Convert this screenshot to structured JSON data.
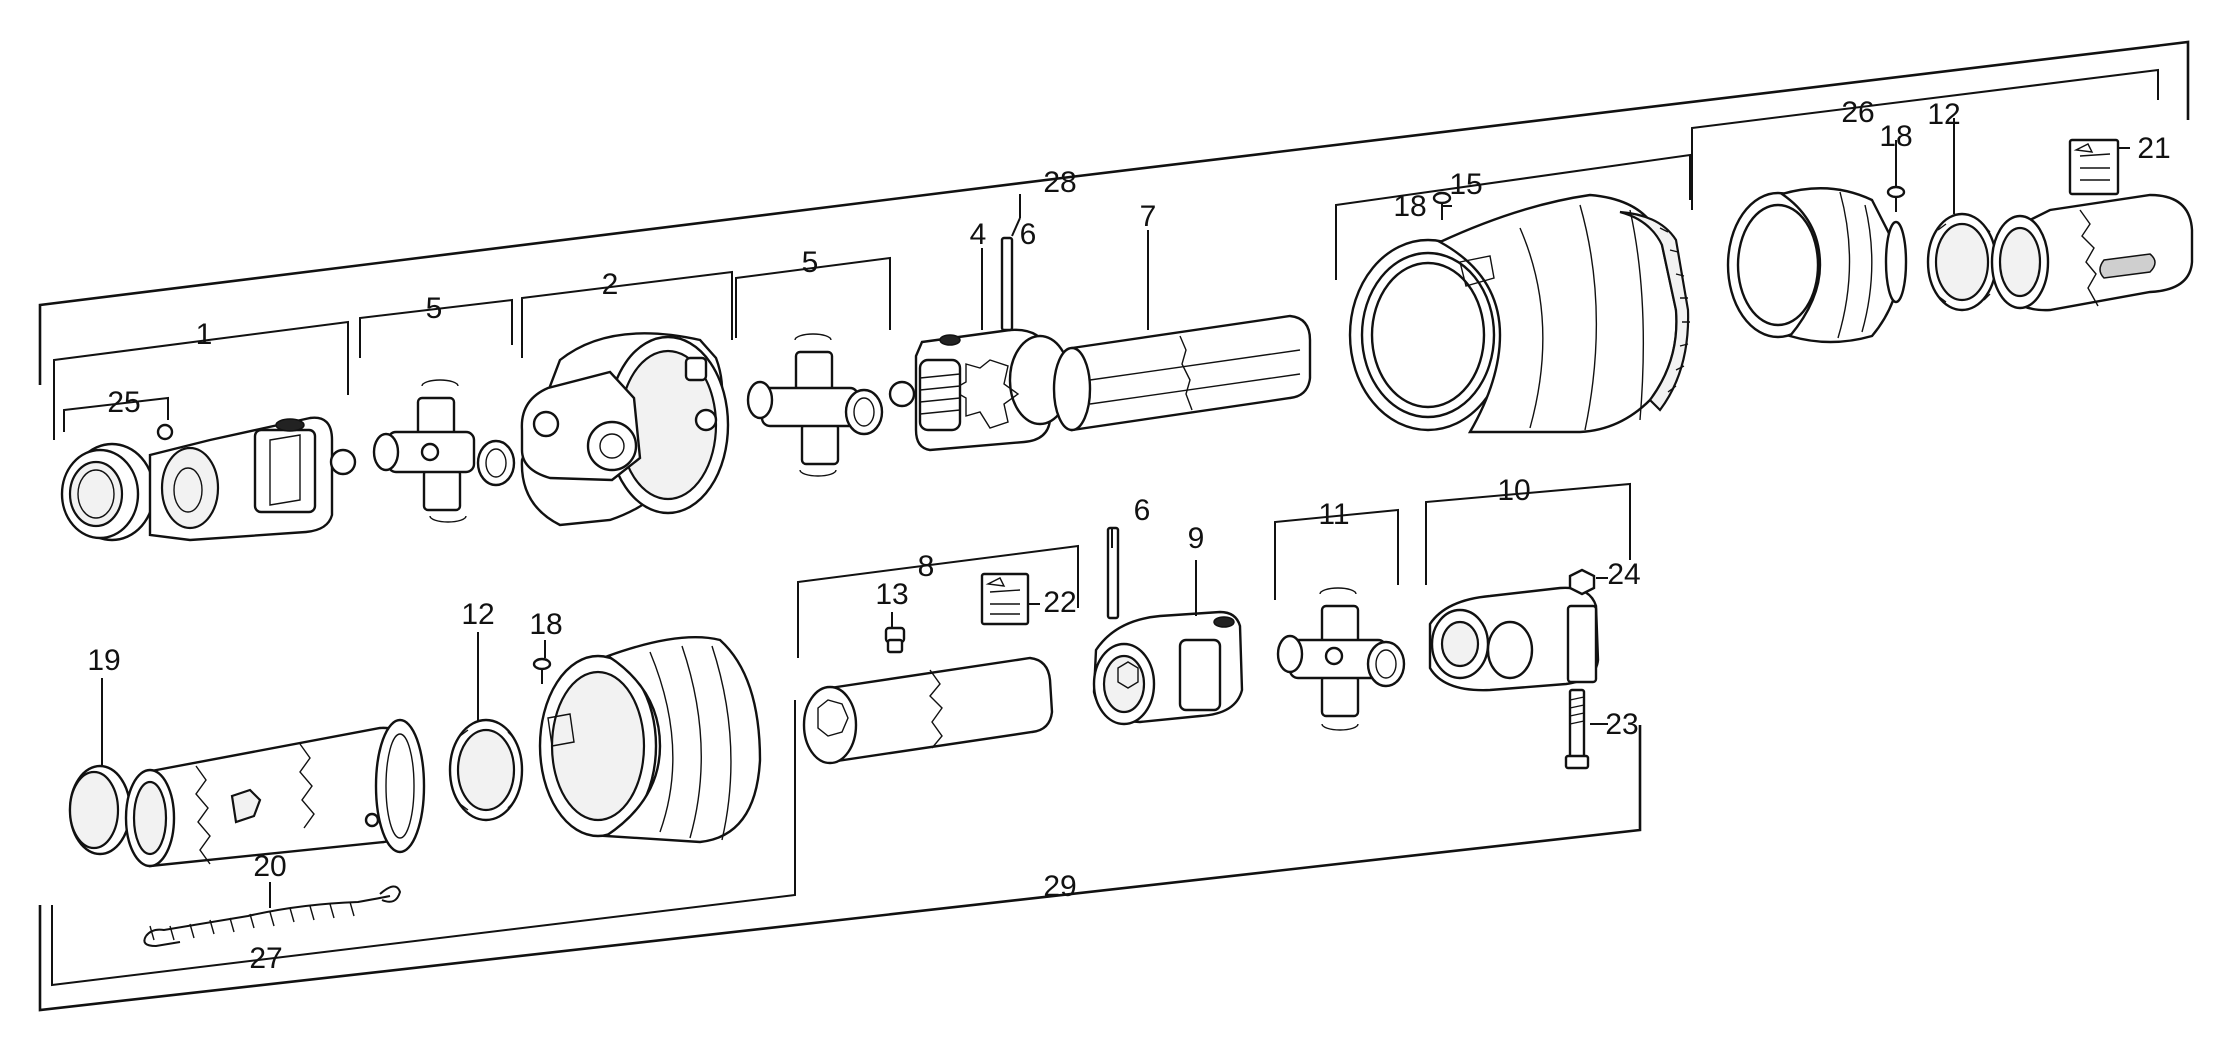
{
  "diagram": {
    "type": "exploded parts view",
    "callouts": [
      {
        "id": "c28",
        "label": "28"
      },
      {
        "id": "c26",
        "label": "26"
      },
      {
        "id": "c1",
        "label": "1"
      },
      {
        "id": "c25",
        "label": "25"
      },
      {
        "id": "c5a",
        "label": "5"
      },
      {
        "id": "c2",
        "label": "2"
      },
      {
        "id": "c5b",
        "label": "5"
      },
      {
        "id": "c4",
        "label": "4"
      },
      {
        "id": "c6a",
        "label": "6"
      },
      {
        "id": "c7",
        "label": "7"
      },
      {
        "id": "c18a",
        "label": "18"
      },
      {
        "id": "c15",
        "label": "15"
      },
      {
        "id": "c18b",
        "label": "18"
      },
      {
        "id": "c12a",
        "label": "12"
      },
      {
        "id": "c21",
        "label": "21"
      },
      {
        "id": "c11",
        "label": "11"
      },
      {
        "id": "c10",
        "label": "10"
      },
      {
        "id": "c24",
        "label": "24"
      },
      {
        "id": "c8",
        "label": "8"
      },
      {
        "id": "c6b",
        "label": "6"
      },
      {
        "id": "c9",
        "label": "9"
      },
      {
        "id": "c13",
        "label": "13"
      },
      {
        "id": "c22",
        "label": "22"
      },
      {
        "id": "c23",
        "label": "23"
      },
      {
        "id": "c12b",
        "label": "12"
      },
      {
        "id": "c18c",
        "label": "18"
      },
      {
        "id": "c19",
        "label": "19"
      },
      {
        "id": "c20",
        "label": "20"
      },
      {
        "id": "c27",
        "label": "27"
      },
      {
        "id": "c29",
        "label": "29"
      }
    ]
  }
}
